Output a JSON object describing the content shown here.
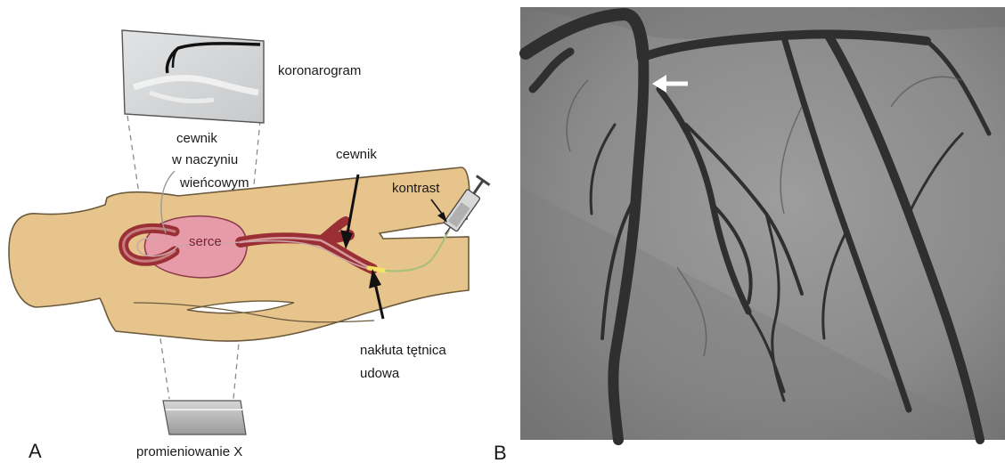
{
  "panel_a": {
    "letter": "A",
    "labels": {
      "coronarogram": "koronarogram",
      "catheter_vessel_line1": "cewnik",
      "catheter_vessel_line2": "w naczyniu",
      "catheter_vessel_line3": "wieńcowym",
      "catheter": "cewnik",
      "contrast": "kontrast",
      "heart": "serce",
      "artery_line1": "nakłuta tętnica",
      "artery_line2": "udowa",
      "xray": "promieniowanie X"
    }
  },
  "panel_b": {
    "letter": "B"
  },
  "colors": {
    "skin": "#e7c48c",
    "artery": "#9a2f35",
    "heart": "#e79aa8",
    "screen": "#d2d4d6",
    "angiogram_bg": "#8d8d8d",
    "vessel": "#2f2f2f"
  }
}
